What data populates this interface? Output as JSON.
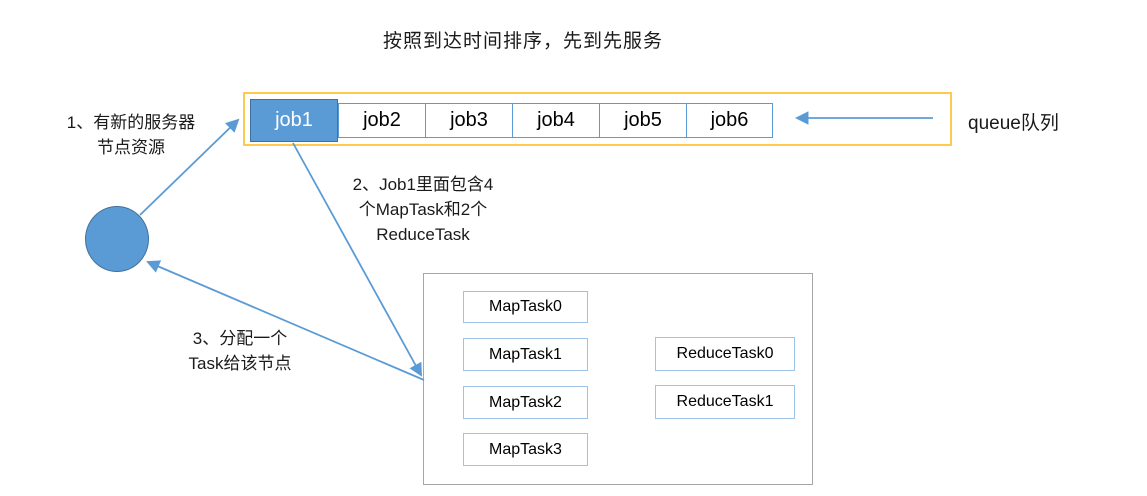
{
  "title": "按照到达时间排序，先到先服务",
  "queue": {
    "label": "queue队列",
    "jobs": [
      {
        "label": "job1",
        "active": true
      },
      {
        "label": "job2",
        "active": false
      },
      {
        "label": "job3",
        "active": false
      },
      {
        "label": "job4",
        "active": false
      },
      {
        "label": "job5",
        "active": false
      },
      {
        "label": "job6",
        "active": false
      }
    ]
  },
  "annotations": {
    "step1": "1、有新的服务器\n节点资源",
    "step2": "2、Job1里面包含4\n个MapTask和2个\nReduceTask",
    "step3": "3、分配一个\nTask给该节点"
  },
  "tasks": {
    "map": [
      {
        "label": "MapTask0"
      },
      {
        "label": "MapTask1"
      },
      {
        "label": "MapTask2"
      },
      {
        "label": "MapTask3"
      }
    ],
    "reduce": [
      {
        "label": "ReduceTask0"
      },
      {
        "label": "ReduceTask1"
      }
    ]
  },
  "colors": {
    "accent": "#5B9BD5",
    "accent-dark": "#41719C",
    "queue-border": "#FFC94D",
    "task-border": "#9DC3E6",
    "container-border": "#A6A6A6",
    "text": "#1a1a1a"
  }
}
